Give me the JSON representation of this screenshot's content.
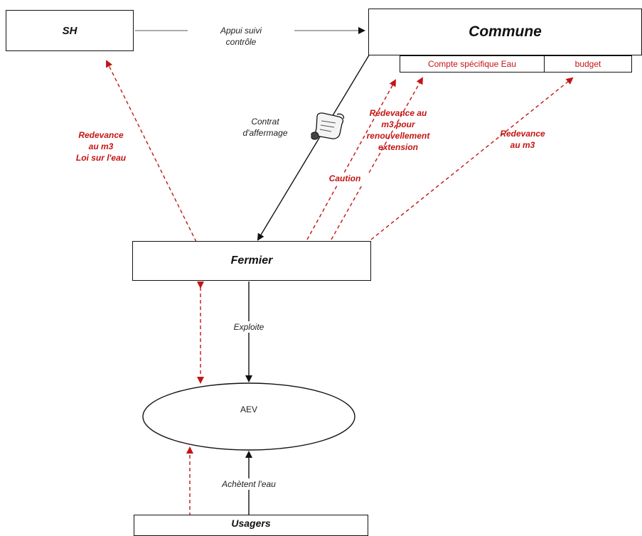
{
  "nodes": {
    "sh": "SH",
    "commune": "Commune",
    "fermier": "Fermier",
    "aev": "AEV",
    "usagers": "Usagers"
  },
  "commune_accounts": {
    "compte": "Compte spécifique Eau",
    "budget": "budget"
  },
  "edges": {
    "appui": [
      "Appui suivi",
      "contrôle"
    ],
    "contrat": [
      "Contrat",
      "d'affermage"
    ],
    "redevance_sh": [
      "Redevance",
      "au m3",
      "Loi sur l'eau"
    ],
    "redevance_renouv": [
      "Redevance au",
      "m3 pour",
      "renouvellement",
      "extension"
    ],
    "caution": "Caution",
    "redevance_budget": [
      "Redevance",
      "au m3"
    ],
    "exploite": "Exploite",
    "achetent": "Achètent l'eau"
  },
  "colors": {
    "line": "#111111",
    "flow_red": "#c41414"
  },
  "icons": [
    "contract-scroll-icon"
  ]
}
